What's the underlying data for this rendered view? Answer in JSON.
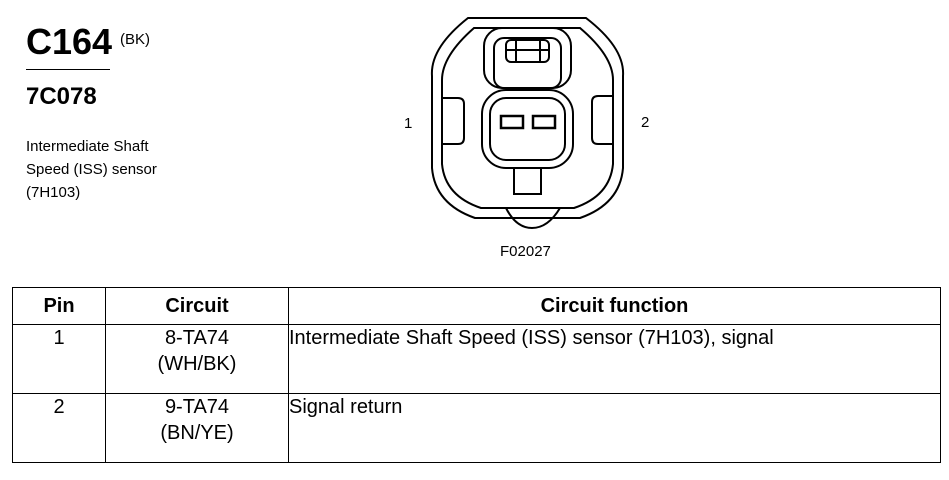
{
  "connector": {
    "id": "C164",
    "color_code": "(BK)",
    "part_number": "7C078",
    "description_lines": [
      "Intermediate Shaft",
      "Speed (ISS) sensor",
      "(7H103)"
    ]
  },
  "diagram": {
    "pin_labels": [
      "1",
      "2"
    ],
    "figure_code": "F02027"
  },
  "table": {
    "headers": [
      "Pin",
      "Circuit",
      "Circuit function"
    ],
    "rows": [
      {
        "pin": "1",
        "circuit": [
          "8-TA74",
          "(WH/BK)"
        ],
        "function": "Intermediate Shaft Speed (ISS) sensor (7H103), signal"
      },
      {
        "pin": "2",
        "circuit": [
          "9-TA74",
          "(BN/YE)"
        ],
        "function": "Signal return"
      }
    ]
  }
}
